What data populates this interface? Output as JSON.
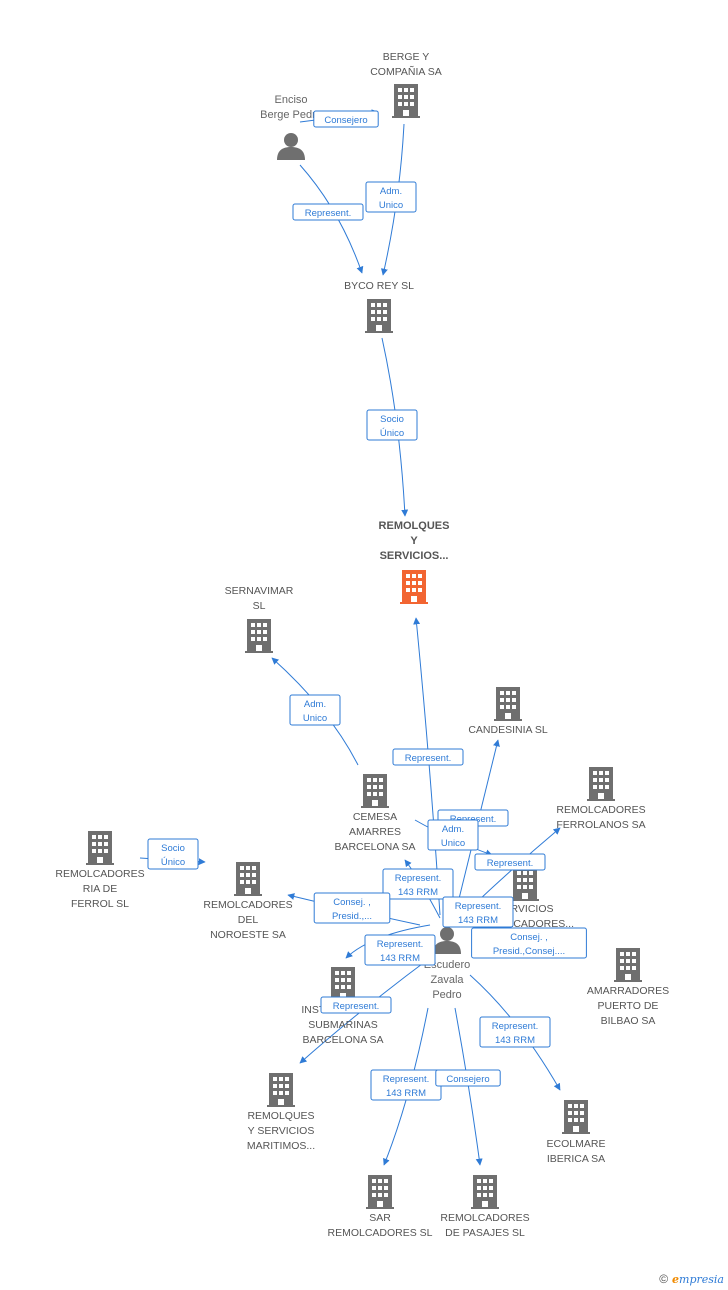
{
  "colors": {
    "edge": "#2f7bd6",
    "building": "#6f6f6f",
    "focus": "#f26532",
    "person": "#6f6f6f"
  },
  "nodes": [
    {
      "id": "berge",
      "type": "company",
      "lines": [
        "BERGE Y",
        "COMPAÑIA SA"
      ]
    },
    {
      "id": "enciso",
      "type": "person",
      "lines": [
        "Enciso",
        "Berge Pedro"
      ]
    },
    {
      "id": "byco",
      "type": "company",
      "lines": [
        "BYCO REY SL"
      ]
    },
    {
      "id": "remolques_focus",
      "type": "focus",
      "lines": [
        "REMOLQUES",
        "Y",
        "SERVICIOS..."
      ]
    },
    {
      "id": "sernavimar",
      "type": "company",
      "lines": [
        "SERNAVIMAR",
        "SL"
      ]
    },
    {
      "id": "candesinia",
      "type": "company",
      "lines": [
        "CANDESINIA SL"
      ]
    },
    {
      "id": "ferrolanos",
      "type": "company",
      "lines": [
        "REMOLCADORES",
        "FERROLANOS SA"
      ]
    },
    {
      "id": "cemesa",
      "type": "company",
      "lines": [
        "CEMESA",
        "AMARRES",
        "BARCELONA SA"
      ]
    },
    {
      "id": "riaferrol",
      "type": "company",
      "lines": [
        "REMOLCADORES",
        "RIA DE",
        "FERROL  SL"
      ]
    },
    {
      "id": "noroeste",
      "type": "company",
      "lines": [
        "REMOLCADORES",
        "DEL",
        "NOROESTE SA"
      ]
    },
    {
      "id": "servicios",
      "type": "company",
      "lines": [
        "SERVICIOS",
        "REMOLCADORES..."
      ]
    },
    {
      "id": "amarradores",
      "type": "company",
      "lines": [
        "AMARRADORES",
        "PUERTO DE",
        "BILBAO SA"
      ]
    },
    {
      "id": "instalaciones",
      "type": "company",
      "lines": [
        "INSTALACIONES",
        "SUBMARINAS",
        "BARCELONA SA"
      ]
    },
    {
      "id": "escudero",
      "type": "person",
      "lines": [
        "Escudero",
        "Zavala",
        "Pedro"
      ]
    },
    {
      "id": "remmaritimos",
      "type": "company",
      "lines": [
        "REMOLQUES",
        "Y SERVICIOS",
        "MARITIMOS..."
      ]
    },
    {
      "id": "ecolmare",
      "type": "company",
      "lines": [
        "ECOLMARE",
        "IBERICA SA"
      ]
    },
    {
      "id": "sar",
      "type": "company",
      "lines": [
        "SAR",
        "REMOLCADORES SL"
      ]
    },
    {
      "id": "pasajes",
      "type": "company",
      "lines": [
        "REMOLCADORES",
        "DE PASAJES SL"
      ]
    }
  ],
  "edges": [
    {
      "from": "enciso",
      "to": "berge",
      "label": [
        "Consejero"
      ]
    },
    {
      "from": "berge",
      "to": "byco",
      "label": [
        "Adm.",
        "Unico"
      ]
    },
    {
      "from": "enciso",
      "to": "byco",
      "label": [
        "Represent."
      ]
    },
    {
      "from": "byco",
      "to": "remolques_focus",
      "label": [
        "Socio",
        "Único"
      ]
    },
    {
      "from": "cemesa",
      "to": "sernavimar",
      "label": [
        "Adm.",
        "Unico"
      ]
    },
    {
      "from": "escudero",
      "to": "remolques_focus",
      "label": [
        "Represent."
      ]
    },
    {
      "from": "escudero",
      "to": "candesinia",
      "label": [
        "Represent."
      ]
    },
    {
      "from": "escudero",
      "to": "ferrolanos",
      "label": [
        "Represent."
      ]
    },
    {
      "from": "cemesa",
      "to": "servicios",
      "label": [
        "Adm.",
        "Unico"
      ]
    },
    {
      "from": "riaferrol",
      "to": "noroeste",
      "label": [
        "Socio",
        "Único"
      ]
    },
    {
      "from": "escudero",
      "to": "cemesa",
      "label": [
        "Represent.",
        "143 RRM"
      ]
    },
    {
      "from": "escudero",
      "to": "noroeste",
      "label": [
        "Consej. ,",
        "Presid.,..."
      ]
    },
    {
      "from": "escudero",
      "to": "servicios",
      "label": [
        "Represent.",
        "143 RRM"
      ]
    },
    {
      "from": "escudero",
      "to": "amarradores",
      "label": [
        "Consej. ,",
        "Presid.,Consej...."
      ]
    },
    {
      "from": "escudero",
      "to": "instalaciones",
      "label": [
        "Represent.",
        "143 RRM"
      ]
    },
    {
      "from": "escudero",
      "to": "remmaritimos",
      "label": [
        "Represent."
      ]
    },
    {
      "from": "escudero",
      "to": "ecolmare",
      "label": [
        "Represent.",
        "143 RRM"
      ]
    },
    {
      "from": "escudero",
      "to": "sar",
      "label": [
        "Represent.",
        "143 RRM"
      ]
    },
    {
      "from": "escudero",
      "to": "pasajes",
      "label": [
        "Consejero"
      ]
    }
  ],
  "footer": {
    "copyright": "©",
    "brand_initial": "e",
    "brand_rest": "mpresia"
  }
}
